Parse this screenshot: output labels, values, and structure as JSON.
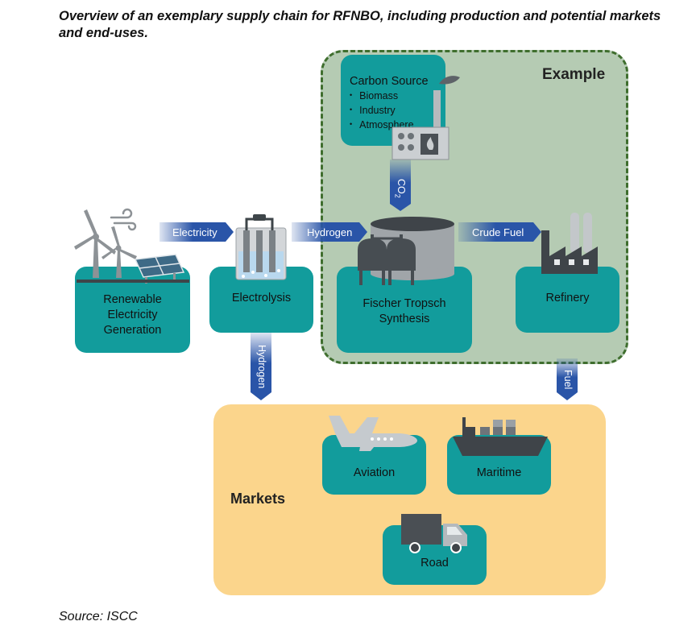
{
  "title": "Overview of an exemplary supply chain for RFNBO, including production and potential markets and end-uses.",
  "source": "Source: ISCC",
  "example": {
    "label": "Example"
  },
  "markets": {
    "label": "Markets",
    "aviation": "Aviation",
    "maritime": "Maritime",
    "road": "Road"
  },
  "nodes": {
    "renewable": "Renewable Electricity Generation",
    "electrolysis": "Electrolysis",
    "fischer": "Fischer Tropsch Synthesis",
    "refinery": "Refinery"
  },
  "carbon_source": {
    "title": "Carbon Source",
    "items": [
      "Biomass",
      "Industry",
      "Atmosphere"
    ]
  },
  "arrows": {
    "electricity": "Electricity",
    "hydrogen": "Hydrogen",
    "crude_fuel": "Crude Fuel",
    "co2": "CO",
    "co2_sub": "2",
    "hydrogen_down": "Hydrogen",
    "fuel_down": "Fuel"
  },
  "colors": {
    "teal": "#129c9c",
    "arrow_blue": "#2a55a8",
    "example_bg": "#b5cbb3",
    "example_border": "#3f6e2e",
    "markets_bg": "#fbd58c",
    "icon_gray": "#555a60"
  }
}
